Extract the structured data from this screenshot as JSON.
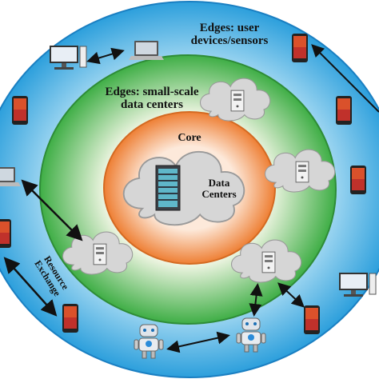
{
  "labels": {
    "outer": "Edges: user devices/sensors",
    "middle": "Edges: small-scale data centers",
    "core": "Core",
    "data_centers": "Data Centers",
    "resource_exchange": "Resource Exchange"
  },
  "colors": {
    "outer_ring": "#3fa9e2",
    "middle_ring": "#3cb04a",
    "core_ring": "#f08a3c",
    "cloud": "#d9d9d9"
  },
  "icons": [
    "desktop-computer-icon",
    "laptop-icon",
    "smartphone-icon",
    "server-icon",
    "server-rack-icon",
    "robot-icon",
    "cloud-icon"
  ]
}
